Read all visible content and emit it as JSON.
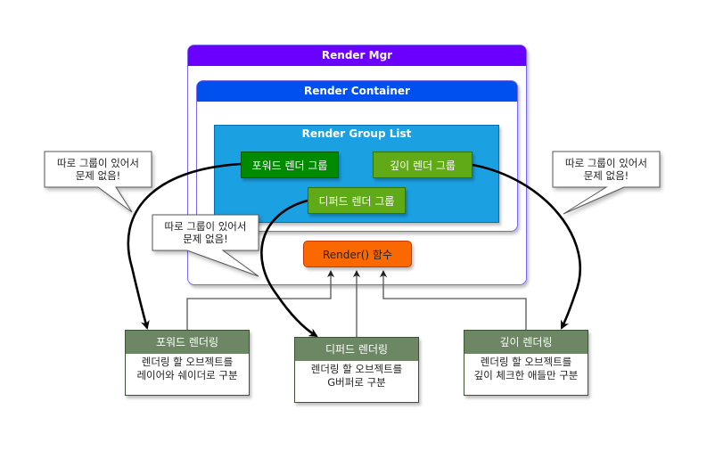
{
  "diagram": {
    "render_mgr": {
      "title": "Render Mgr"
    },
    "render_container": {
      "title": "Render Container"
    },
    "render_group_list": {
      "title": "Render Group List",
      "groups": [
        {
          "label": "포워드 렌더 그룹"
        },
        {
          "label": "깊이 렌더 그룹"
        },
        {
          "label": "디퍼드 렌더 그룹"
        }
      ]
    },
    "render_function": {
      "label": "Render() 함수"
    },
    "callouts": [
      {
        "line1": "따로 그룹이 있어서",
        "line2": "문제 없음!"
      },
      {
        "line1": "따로 그룹이 있어서",
        "line2": "문제 없음!"
      },
      {
        "line1": "따로 그룹이 있어서",
        "line2": "문제 없음!"
      }
    ],
    "renderings": [
      {
        "title": "포워드 렌더링",
        "line1": "렌더링 할 오브젝트를",
        "line2": "레이어와 쉐이더로 구분"
      },
      {
        "title": "디퍼드 렌더링",
        "line1": "렌더링 할 오브젝트를",
        "line2": "G버퍼로 구분"
      },
      {
        "title": "깊이 렌더링",
        "line1": "렌더링 할 오브젝트를",
        "line2": "깊이 체크한 애들만 구분"
      }
    ],
    "colors": {
      "mgr_header": "#6a00ff",
      "container_header": "#0050ef",
      "group_list": "#1ba1e2",
      "forward_group": "#008a00",
      "other_groups": "#60a917",
      "render_function": "#fa6800",
      "rendering_header": "#6d8764"
    }
  }
}
